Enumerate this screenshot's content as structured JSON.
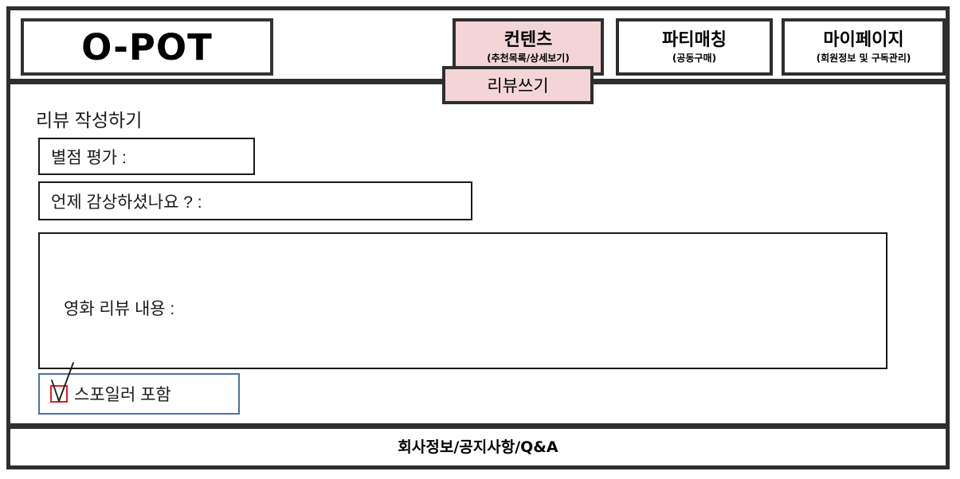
{
  "brand": {
    "logo_text": "O-POT"
  },
  "nav": {
    "items": [
      {
        "title": "컨텐츠",
        "sub": "(추천목록/상세보기)",
        "active": true
      },
      {
        "title": "파티매칭",
        "sub": "(공동구매)",
        "active": false
      },
      {
        "title": "마이페이지",
        "sub": "(회원정보 및 구독관리)",
        "active": false
      }
    ],
    "dropdown": {
      "label": "리뷰쓰기"
    }
  },
  "main": {
    "page_title": "리뷰 작성하기",
    "fields": {
      "rating_label": "별점 평가 :",
      "watched_date_label": "언제 감상하셨나요 ? :",
      "review_body_label": "영화 리뷰 내용 :"
    },
    "spoiler": {
      "label": "스포일러 포함",
      "checked": true,
      "checkbox_icon": "checkbox-checked-icon"
    }
  },
  "footer": {
    "links_text": "회사정보/공지사항/Q&A"
  },
  "colors": {
    "accent_pink": "#f3d5d8",
    "frame_dark": "#2e2e2e",
    "checkbox_red": "#e02020",
    "spoiler_border_blue": "#4a72a8",
    "text_black": "#000000"
  }
}
